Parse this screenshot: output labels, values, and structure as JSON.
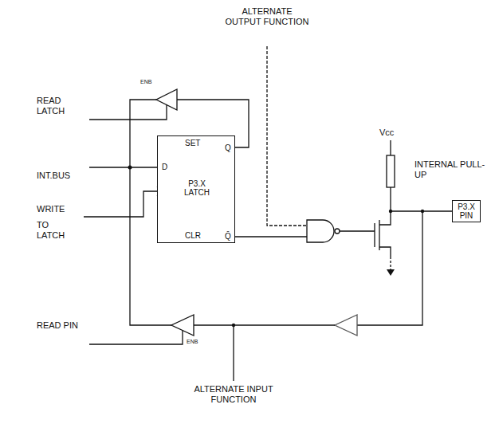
{
  "diagram": {
    "nodes": [
      {
        "text": [
          "D",
          "SET",
          "Q",
          "P3.X LATCH",
          "CLR",
          "Q̄"
        ]
      },
      {
        "text": [
          "P3.X PIN"
        ]
      }
    ],
    "labels": [
      "ALTERNATE OUTPUT FUNCTION",
      "Vcc",
      "INTERNAL PULL-UP",
      "READ LATCH",
      "ENB",
      "INT.BUS",
      "WRITE",
      "TO LATCH",
      "READ PIN",
      "ENB",
      "ALTERNATE INPUT FUNCTION"
    ]
  }
}
